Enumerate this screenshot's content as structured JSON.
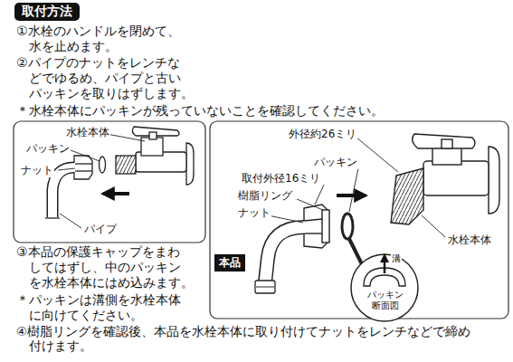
{
  "diagram": {
    "title": "取付方法",
    "nodes": [
      {
        "text": [
          "本品"
        ]
      }
    ],
    "labels": [
      "①水栓のハンドルを閉めて、 水を止めます。",
      "②パイプのナットをレンチな どでゆるめ、パイプと古い パッキンを取りはずします。",
      "＊水栓本体にパッキンが残っていないことを確認してください。",
      "水栓本体",
      "パッキン",
      "ナット",
      "パイプ",
      "外径約26ミリ",
      "パッキン",
      "取付外径16ミリ",
      "樹脂リング",
      "ナット",
      "水栓本体",
      "溝",
      "パッキン 断面図",
      "③本品の保護キャップをまわ してはずし、中のパッキン を水栓本体にはめ込みます。",
      "＊パッキンは溝側を水栓本体 に向けてください。",
      "④樹脂リングを確認後、本品を水栓本体に取り付けてナットをレンチなどで締め 付けます。"
    ]
  }
}
